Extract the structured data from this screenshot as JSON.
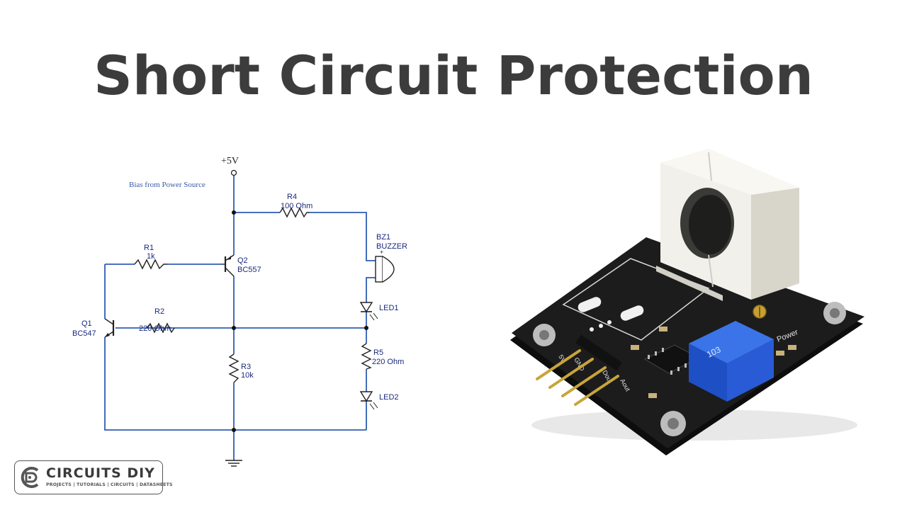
{
  "title": "Short Circuit Protection",
  "schematic": {
    "supply_label": "+5V",
    "note": "Bias from Power Source",
    "r4_name": "R4",
    "r4_value": "100 Ohm",
    "bz1_name": "BZ1",
    "bz1_value": "BUZZER",
    "r1_name": "R1",
    "r1_value": "1k",
    "q2_name": "Q2",
    "q2_value": "BC557",
    "q1_name": "Q1",
    "q1_value": "BC547",
    "r2_name": "R2",
    "r2_value": "220 Ohm",
    "led1_name": "LED1",
    "r5_name": "R5",
    "r5_value": "220 Ohm",
    "r3_name": "R3",
    "r3_value": "10k",
    "led2_name": "LED2"
  },
  "module": {
    "pin_labels": [
      "5V",
      "GND",
      "Dout",
      "Aout"
    ],
    "power_label": "Power",
    "pot_label": "103"
  },
  "logo": {
    "brand": "CIRCUITS DIY",
    "tagline": "PROJECTS | TUTORIALS | CIRCUITS | DATASHEETS"
  },
  "colors": {
    "title": "#3c3c3c",
    "wire": "#2f5fb3",
    "board": "#1a1a1a",
    "pot": "#2a5bd6"
  }
}
